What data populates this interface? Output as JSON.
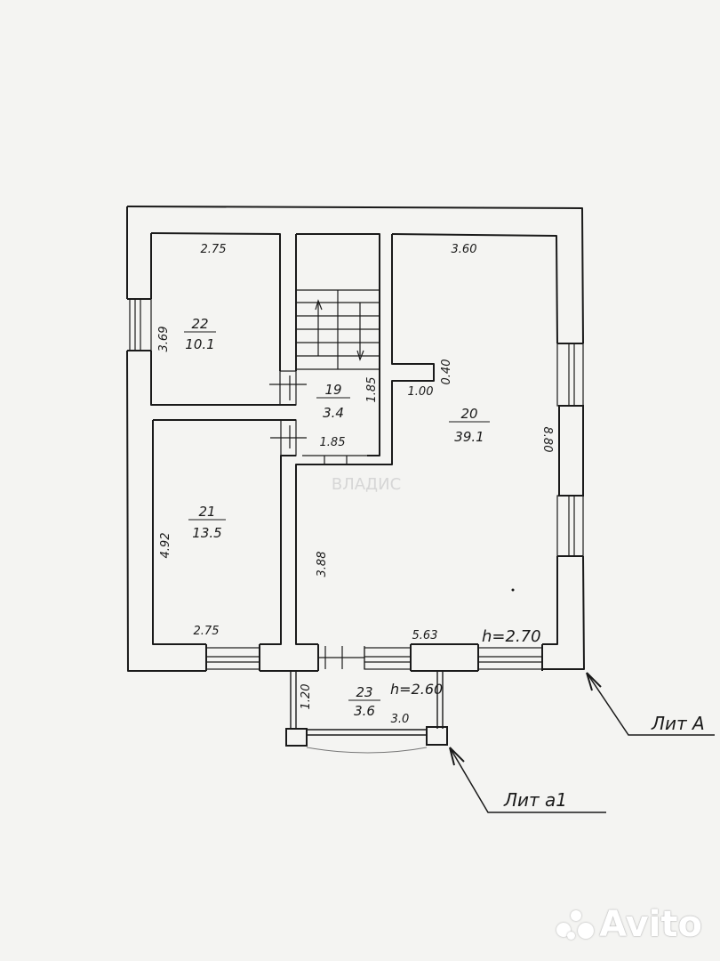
{
  "rooms": [
    {
      "id": "22",
      "number": "22",
      "area": "10.1"
    },
    {
      "id": "21",
      "number": "21",
      "area": "13.5"
    },
    {
      "id": "19",
      "number": "19",
      "area": "3.4"
    },
    {
      "id": "20",
      "number": "20",
      "area": "39.1"
    },
    {
      "id": "23",
      "number": "23",
      "area": "3.6"
    }
  ],
  "dimensions": {
    "r22_top": "2.75",
    "r22_side": "3.69",
    "r21_bottom": "2.75",
    "r21_side": "4.92",
    "r20_top": "3.60",
    "r20_side": "8.80",
    "r20_bottom": "5.63",
    "r20_inner_side": "3.88",
    "stair_side": "1.85",
    "stair_bottom": "1.85",
    "niche_width": "1.00",
    "niche_depth": "0.40",
    "porch_width": "3.0",
    "porch_depth": "1.20"
  },
  "heights": {
    "main": "h=2.70",
    "porch": "h=2.60"
  },
  "callouts": {
    "lit_a": "Лит А",
    "lit_a1": "Лит а1"
  },
  "watermark": {
    "brand": "Avito",
    "faint": "ВЛАДИС"
  }
}
